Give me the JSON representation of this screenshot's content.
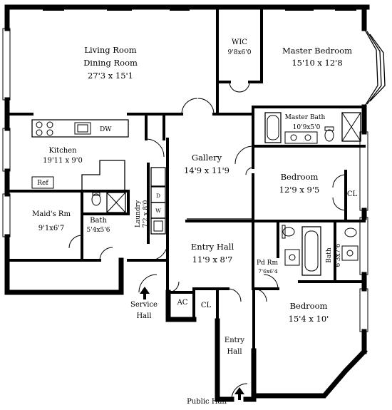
{
  "rooms": {
    "living_dining": {
      "name1": "Living Room",
      "name2": "Dining Room",
      "size": "27'3 x 15'1"
    },
    "wic": {
      "name": "WIC",
      "size": "9'8x6'0"
    },
    "master_bedroom": {
      "name": "Master Bedroom",
      "size": "15'10 x 12'8"
    },
    "master_bath": {
      "name": "Master Bath",
      "size": "10'9x5'0"
    },
    "kitchen": {
      "name": "Kitchen",
      "size": "19'11 x 9'0"
    },
    "gallery": {
      "name": "Gallery",
      "size": "14'9 x 11'9"
    },
    "bedroom_2": {
      "name": "Bedroom",
      "size": "12'9 x 9'5"
    },
    "maids_room": {
      "name": "Maid's Rm",
      "size": "9'1x6'7"
    },
    "maid_bath": {
      "name": "Bath",
      "size": "5'4x5'6"
    },
    "laundry": {
      "name": "Laundry",
      "size": "7'2 x 8'0"
    },
    "entry_hall": {
      "name": "Entry Hall",
      "size": "11'9 x 8'7"
    },
    "powder_room": {
      "name": "Pd Rm",
      "size": "7'6x6'4"
    },
    "bath_3": {
      "name": "Bath",
      "size": "6'3x7'6"
    },
    "bedroom_3": {
      "name": "Bedroom",
      "size": "15'4 x 10'"
    },
    "entry_hall_small": {
      "name1": "Entry",
      "name2": "Hall"
    },
    "service_hall": {
      "name1": "Service",
      "name2": "Hall"
    },
    "public_hall": {
      "name": "Public Hall"
    }
  },
  "fixtures": {
    "dw": "DW",
    "ref": "Ref",
    "ac": "AC",
    "cl_bedroom": "CL",
    "cl_entry": "CL",
    "dryer": "D",
    "washer": "W"
  },
  "icons": [
    "arrow-up-icon",
    "arrow-up-icon"
  ]
}
